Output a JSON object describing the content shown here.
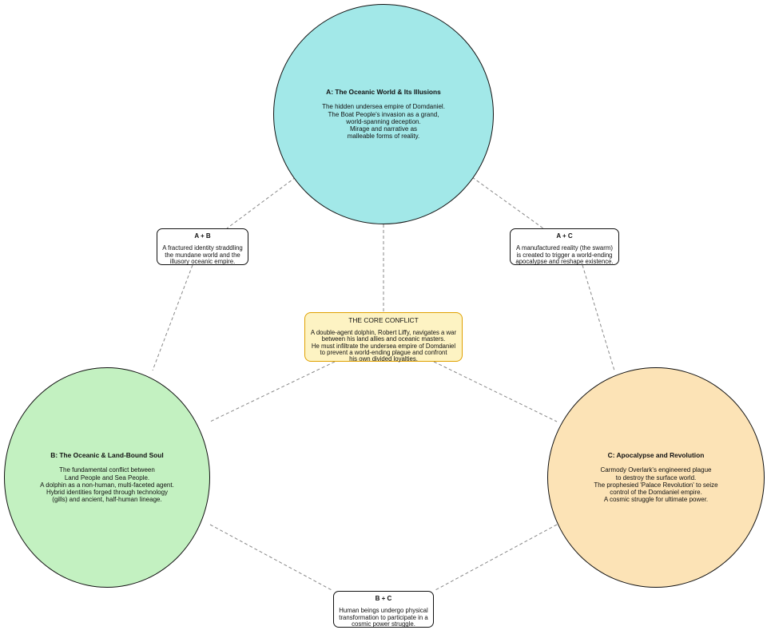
{
  "circles": {
    "a": {
      "title": "A: The Oceanic World & Its Illusions",
      "lines": [
        "The hidden undersea empire of Domdaniel.",
        "The Boat People's invasion as a grand,",
        "world-spanning deception.",
        "Mirage and narrative as",
        "malleable forms of reality."
      ]
    },
    "b": {
      "title": "B: The Oceanic & Land-Bound Soul",
      "lines": [
        "The fundamental conflict between",
        "Land People and Sea People.",
        "A dolphin as a non-human, multi-faceted agent.",
        "Hybrid identities forged through technology",
        "(gills) and ancient, half-human lineage."
      ]
    },
    "c": {
      "title": "C: Apocalypse and Revolution",
      "lines": [
        "Carmody Overlark's engineered plague",
        "to destroy the surface world.",
        "The prophesied 'Palace Revolution' to seize",
        "control of the Domdaniel empire.",
        "A cosmic struggle for ultimate power."
      ]
    }
  },
  "intersections": {
    "ab": {
      "title": "A + B",
      "lines": [
        "A fractured identity straddling",
        "the mundane world and the",
        "illusory oceanic empire."
      ]
    },
    "ac": {
      "title": "A + C",
      "lines": [
        "A manufactured reality (the swarm)",
        "is created to trigger a world-ending",
        "apocalypse and reshape existence."
      ]
    },
    "bc": {
      "title": "B + C",
      "lines": [
        "Human beings undergo physical",
        "transformation to participate in a",
        "cosmic power struggle."
      ]
    }
  },
  "core": {
    "title": "THE CORE CONFLICT",
    "lines": [
      "A double-agent dolphin, Robert Liffy, navigates a war",
      "between his land allies and oceanic masters.",
      "He must infiltrate the undersea empire of Domdaniel",
      "to prevent a world-ending plague and confront",
      "his own divided loyalties."
    ]
  },
  "colors": {
    "circle_a": "#a2e8e8",
    "circle_b": "#c3f1c1",
    "circle_c": "#fce3b6",
    "core_fill": "#fdf3c3",
    "core_border": "#e0a100",
    "connector": "#888888"
  }
}
